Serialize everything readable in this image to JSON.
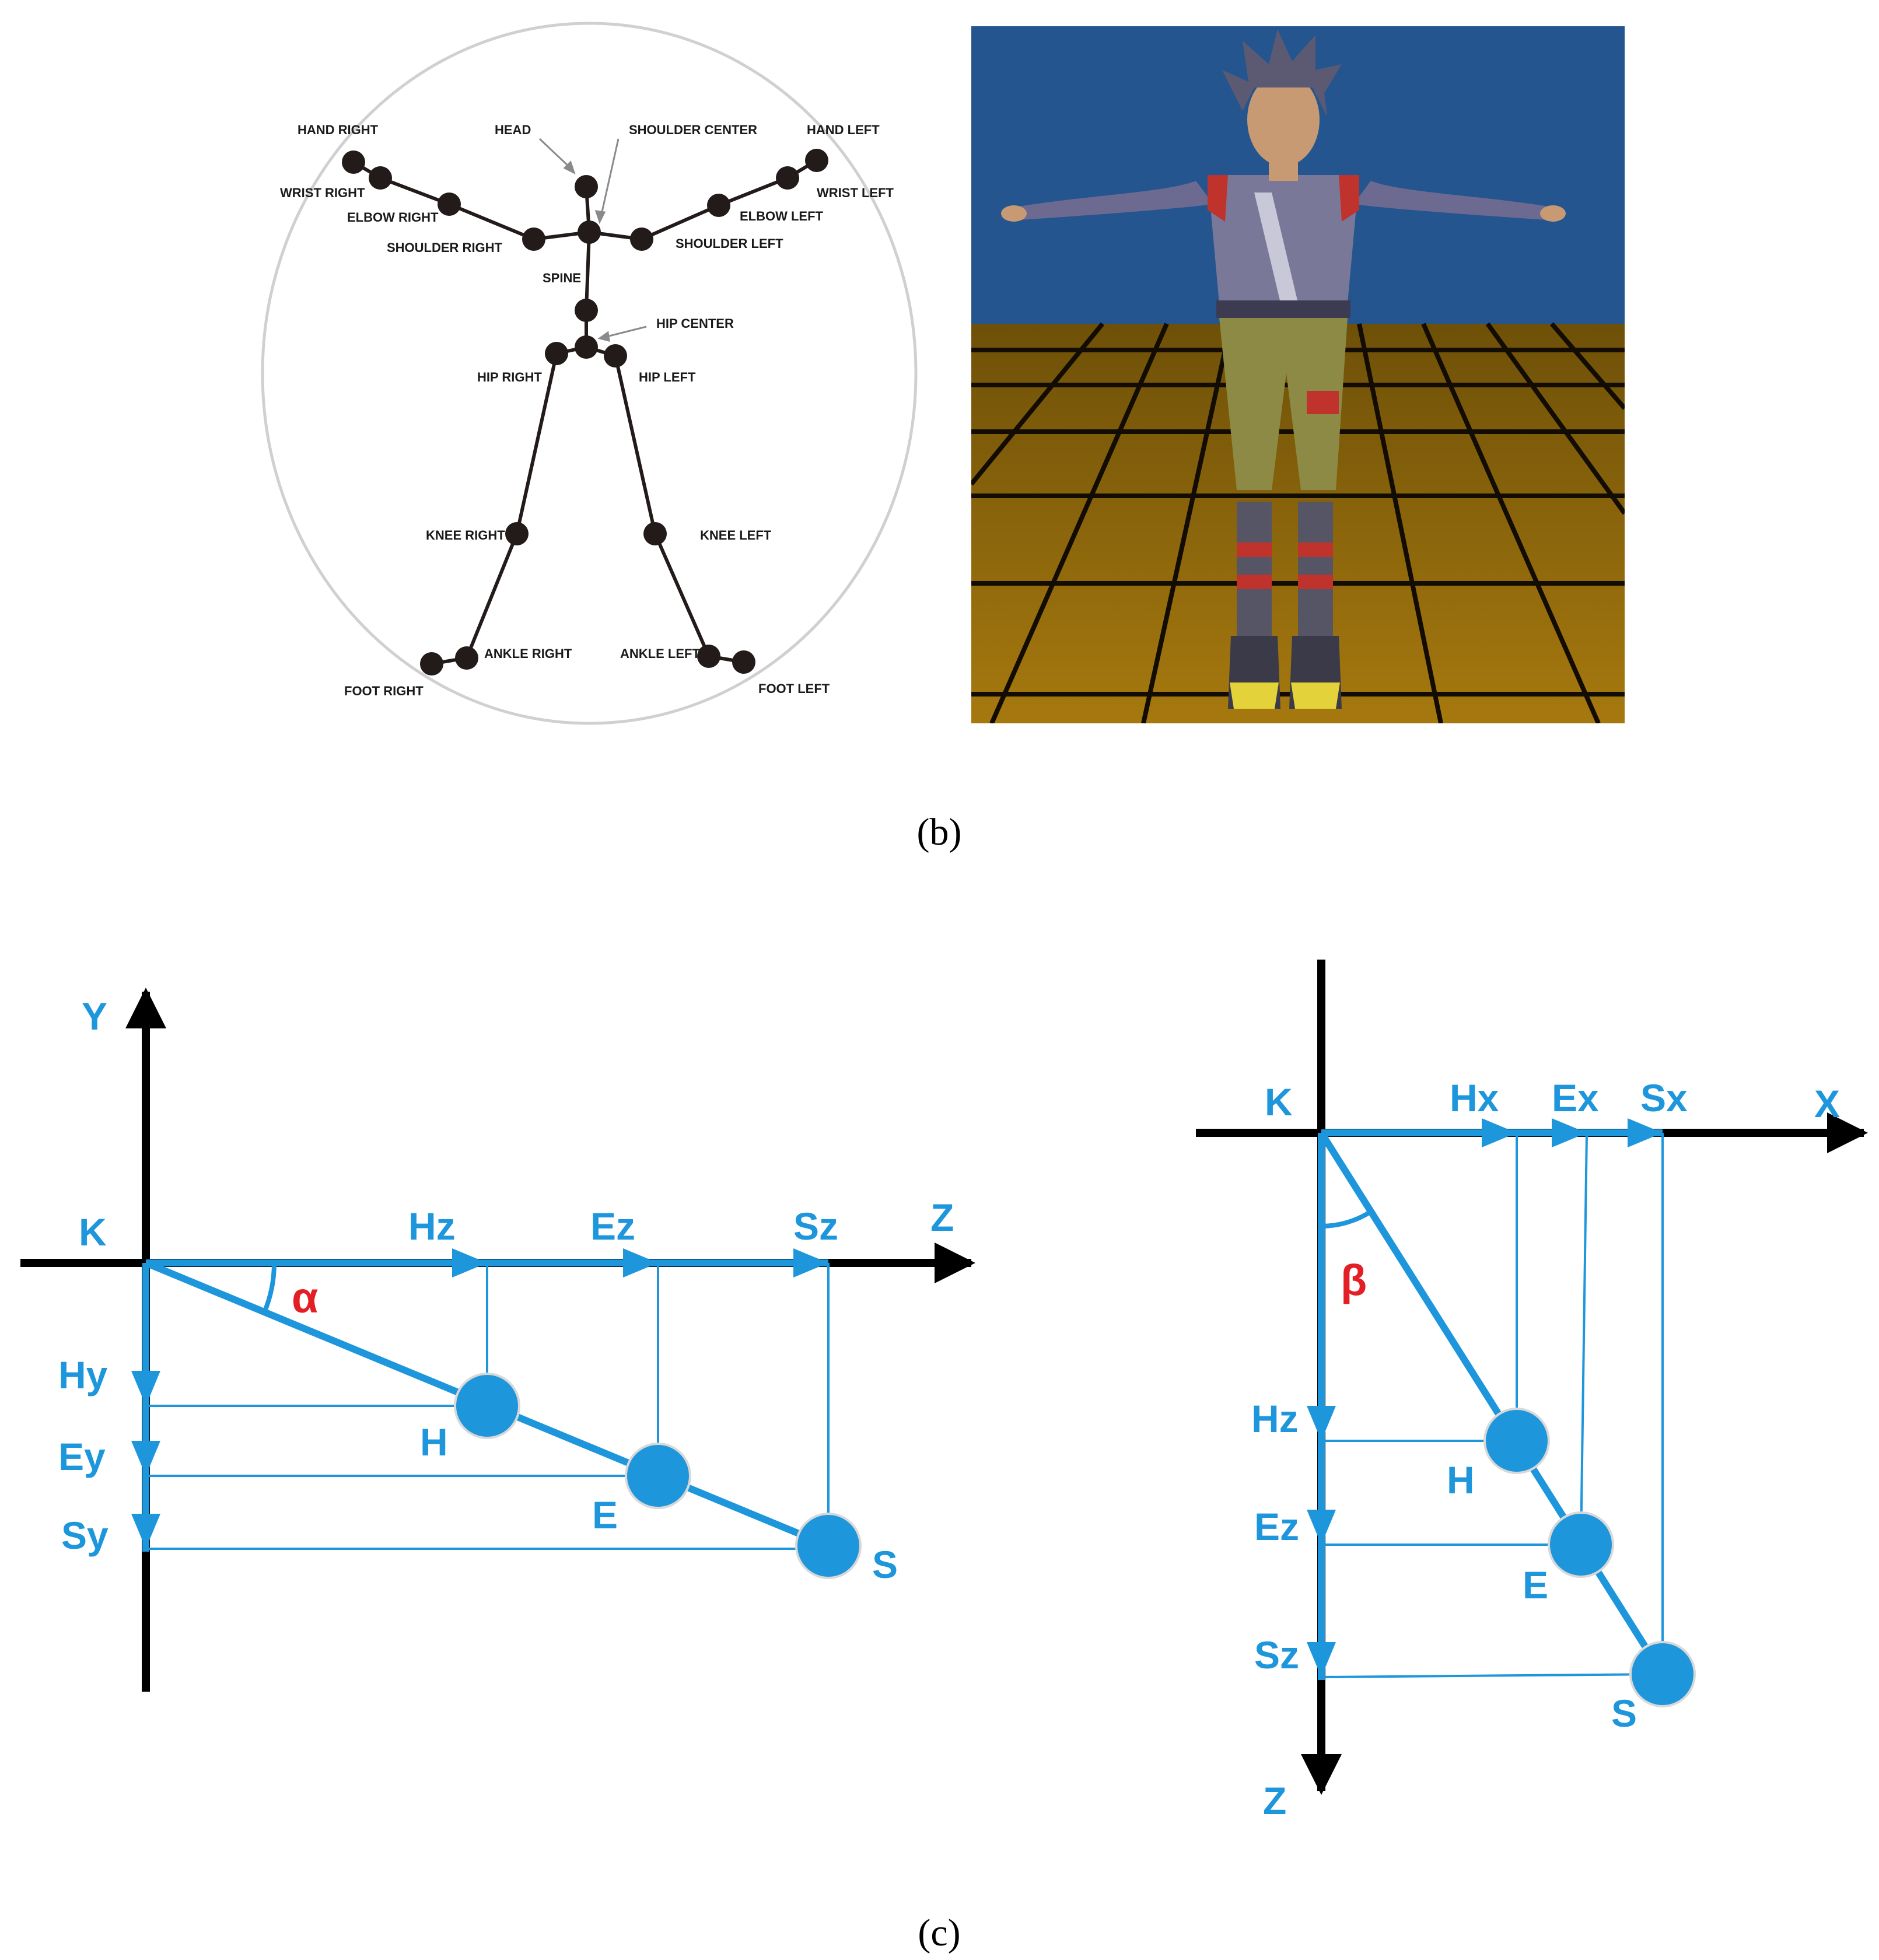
{
  "colors": {
    "joint": "#231a1a",
    "diagram_blue": "#1e96dc",
    "angle_red": "#e31e24",
    "axis_black": "#000000",
    "sky": "#24558f",
    "floor": "#8a6510"
  },
  "skeleton": {
    "joints": {
      "hand_right": "HAND RIGHT",
      "wrist_right": "WRIST RIGHT",
      "elbow_right": "ELBOW RIGHT",
      "shoulder_right": "SHOULDER RIGHT",
      "head": "HEAD",
      "shoulder_center": "SHOULDER CENTER",
      "spine": "SPINE",
      "hip_center": "HIP CENTER",
      "hip_right": "HIP RIGHT",
      "hip_left": "HIP LEFT",
      "hand_left": "HAND LEFT",
      "wrist_left": "WRIST LEFT",
      "elbow_left": "ELBOW LEFT",
      "shoulder_left": "SHOULDER LEFT",
      "knee_right": "KNEE RIGHT",
      "knee_left": "KNEE LEFT",
      "ankle_right": "ANKLE RIGHT",
      "ankle_left": "ANKLE LEFT",
      "foot_right": "FOOT RIGHT",
      "foot_left": "FOOT LEFT"
    }
  },
  "captions": {
    "b": "(b)",
    "c": "(c)"
  },
  "diagram_yz": {
    "axis_y": "Y",
    "axis_z": "Z",
    "origin": "K",
    "z_ticks": [
      "Hz",
      "Ez",
      "Sz"
    ],
    "y_ticks": [
      "Hy",
      "Ey",
      "Sy"
    ],
    "points": [
      "H",
      "E",
      "S"
    ],
    "angle": "α"
  },
  "diagram_xz": {
    "axis_x": "X",
    "axis_z": "Z",
    "origin": "K",
    "x_ticks": [
      "Hx",
      "Ex",
      "Sx"
    ],
    "z_ticks": [
      "Hz",
      "Ez",
      "Sz"
    ],
    "points": [
      "H",
      "E",
      "S"
    ],
    "angle": "β"
  }
}
